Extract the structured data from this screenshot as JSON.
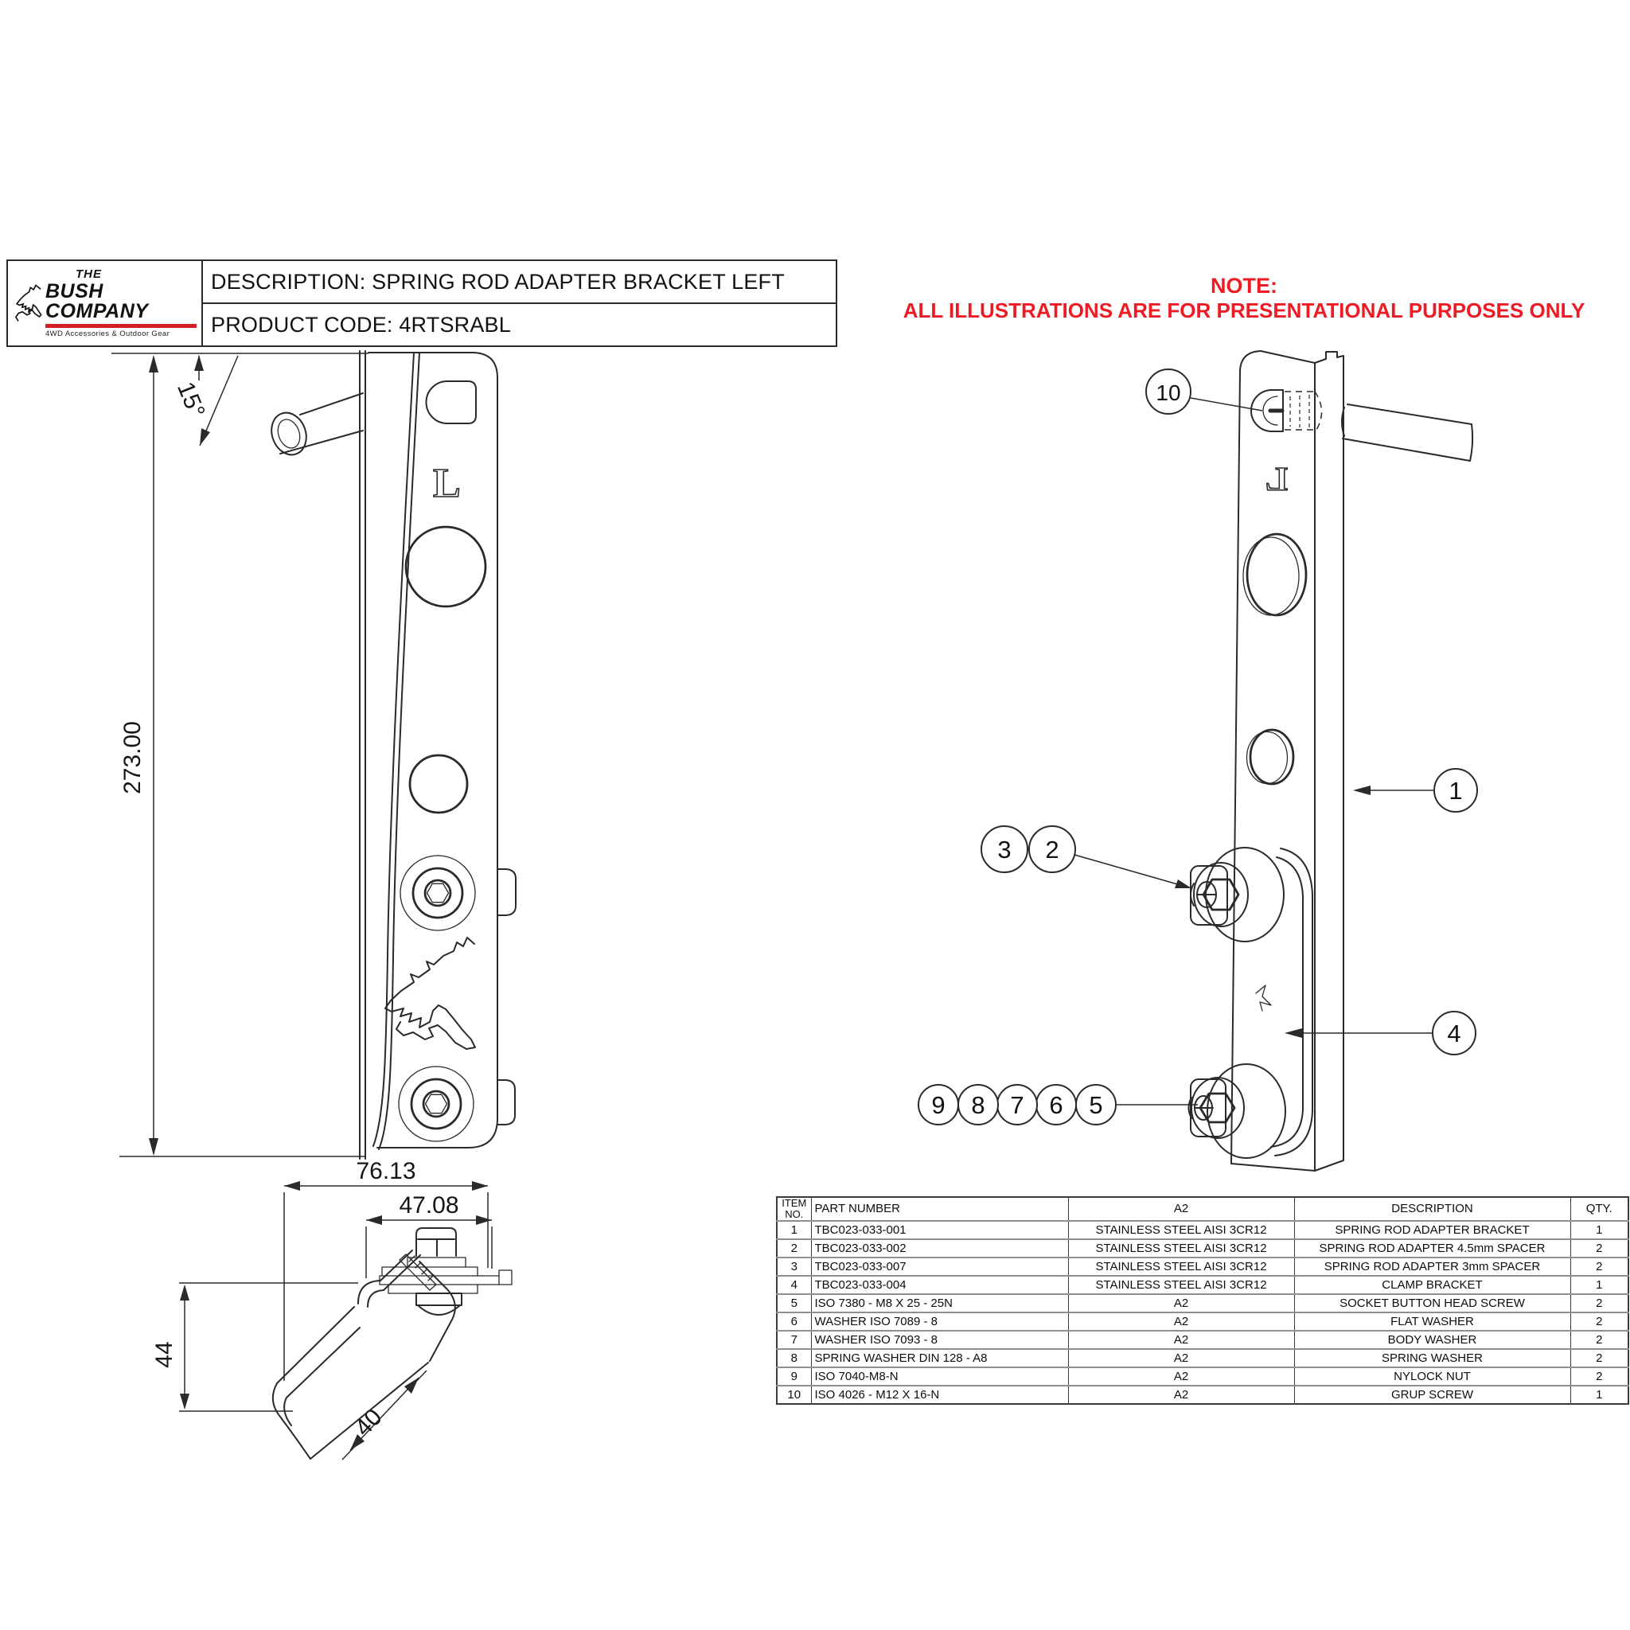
{
  "title_block": {
    "logo": {
      "the": "THE",
      "name": "BUSH COMPANY",
      "tagline": "4WD Accessories & Outdoor Gear",
      "bar_color": "#d02026"
    },
    "description": "DESCRIPTION: SPRING ROD ADAPTER BRACKET LEFT",
    "product_code": "PRODUCT CODE: 4RTSRABL"
  },
  "note": {
    "title": "NOTE:",
    "body": "ALL ILLUSTRATIONS ARE FOR PRESENTATIONAL PURPOSES ONLY",
    "color": "#ed1c24"
  },
  "left_view": {
    "dim_height": "273.00",
    "dim_angle": "15°",
    "marking": "L"
  },
  "detail_view": {
    "dim_width": "76.13",
    "dim_inner": "47.08",
    "dim_height": "44",
    "dim_tube": "40"
  },
  "right_view": {
    "marking": "L"
  },
  "balloons": [
    {
      "label": "1"
    },
    {
      "label": "2"
    },
    {
      "label": "3"
    },
    {
      "label": "4"
    },
    {
      "label": "5"
    },
    {
      "label": "6"
    },
    {
      "label": "7"
    },
    {
      "label": "8"
    },
    {
      "label": "9"
    },
    {
      "label": "10"
    }
  ],
  "parts_table": {
    "headers": {
      "item": "ITEM NO.",
      "part": "PART NUMBER",
      "material": "A2",
      "description": "DESCRIPTION",
      "qty": "QTY."
    },
    "rows": [
      {
        "item": "1",
        "part": "TBC023-033-001",
        "material": "STAINLESS STEEL AISI 3CR12",
        "description": "SPRING ROD ADAPTER BRACKET",
        "qty": "1"
      },
      {
        "item": "2",
        "part": "TBC023-033-002",
        "material": "STAINLESS STEEL AISI 3CR12",
        "description": "SPRING ROD ADAPTER 4.5mm SPACER",
        "qty": "2"
      },
      {
        "item": "3",
        "part": "TBC023-033-007",
        "material": "STAINLESS STEEL AISI 3CR12",
        "description": "SPRING ROD ADAPTER 3mm SPACER",
        "qty": "2"
      },
      {
        "item": "4",
        "part": "TBC023-033-004",
        "material": "STAINLESS STEEL AISI 3CR12",
        "description": "CLAMP BRACKET",
        "qty": "1"
      },
      {
        "item": "5",
        "part": "ISO 7380 - M8 X 25 - 25N",
        "material": "A2",
        "description": "SOCKET BUTTON HEAD SCREW",
        "qty": "2"
      },
      {
        "item": "6",
        "part": "WASHER ISO 7089 - 8",
        "material": "A2",
        "description": "FLAT WASHER",
        "qty": "2"
      },
      {
        "item": "7",
        "part": "WASHER ISO 7093 - 8",
        "material": "A2",
        "description": "BODY WASHER",
        "qty": "2"
      },
      {
        "item": "8",
        "part": "SPRING WASHER DIN 128 - A8",
        "material": "A2",
        "description": "SPRING WASHER",
        "qty": "2"
      },
      {
        "item": "9",
        "part": "ISO 7040-M8-N",
        "material": "A2",
        "description": "NYLOCK NUT",
        "qty": "2"
      },
      {
        "item": "10",
        "part": "ISO 4026 - M12 X 16-N",
        "material": "A2",
        "description": "GRUP SCREW",
        "qty": "1"
      }
    ]
  }
}
